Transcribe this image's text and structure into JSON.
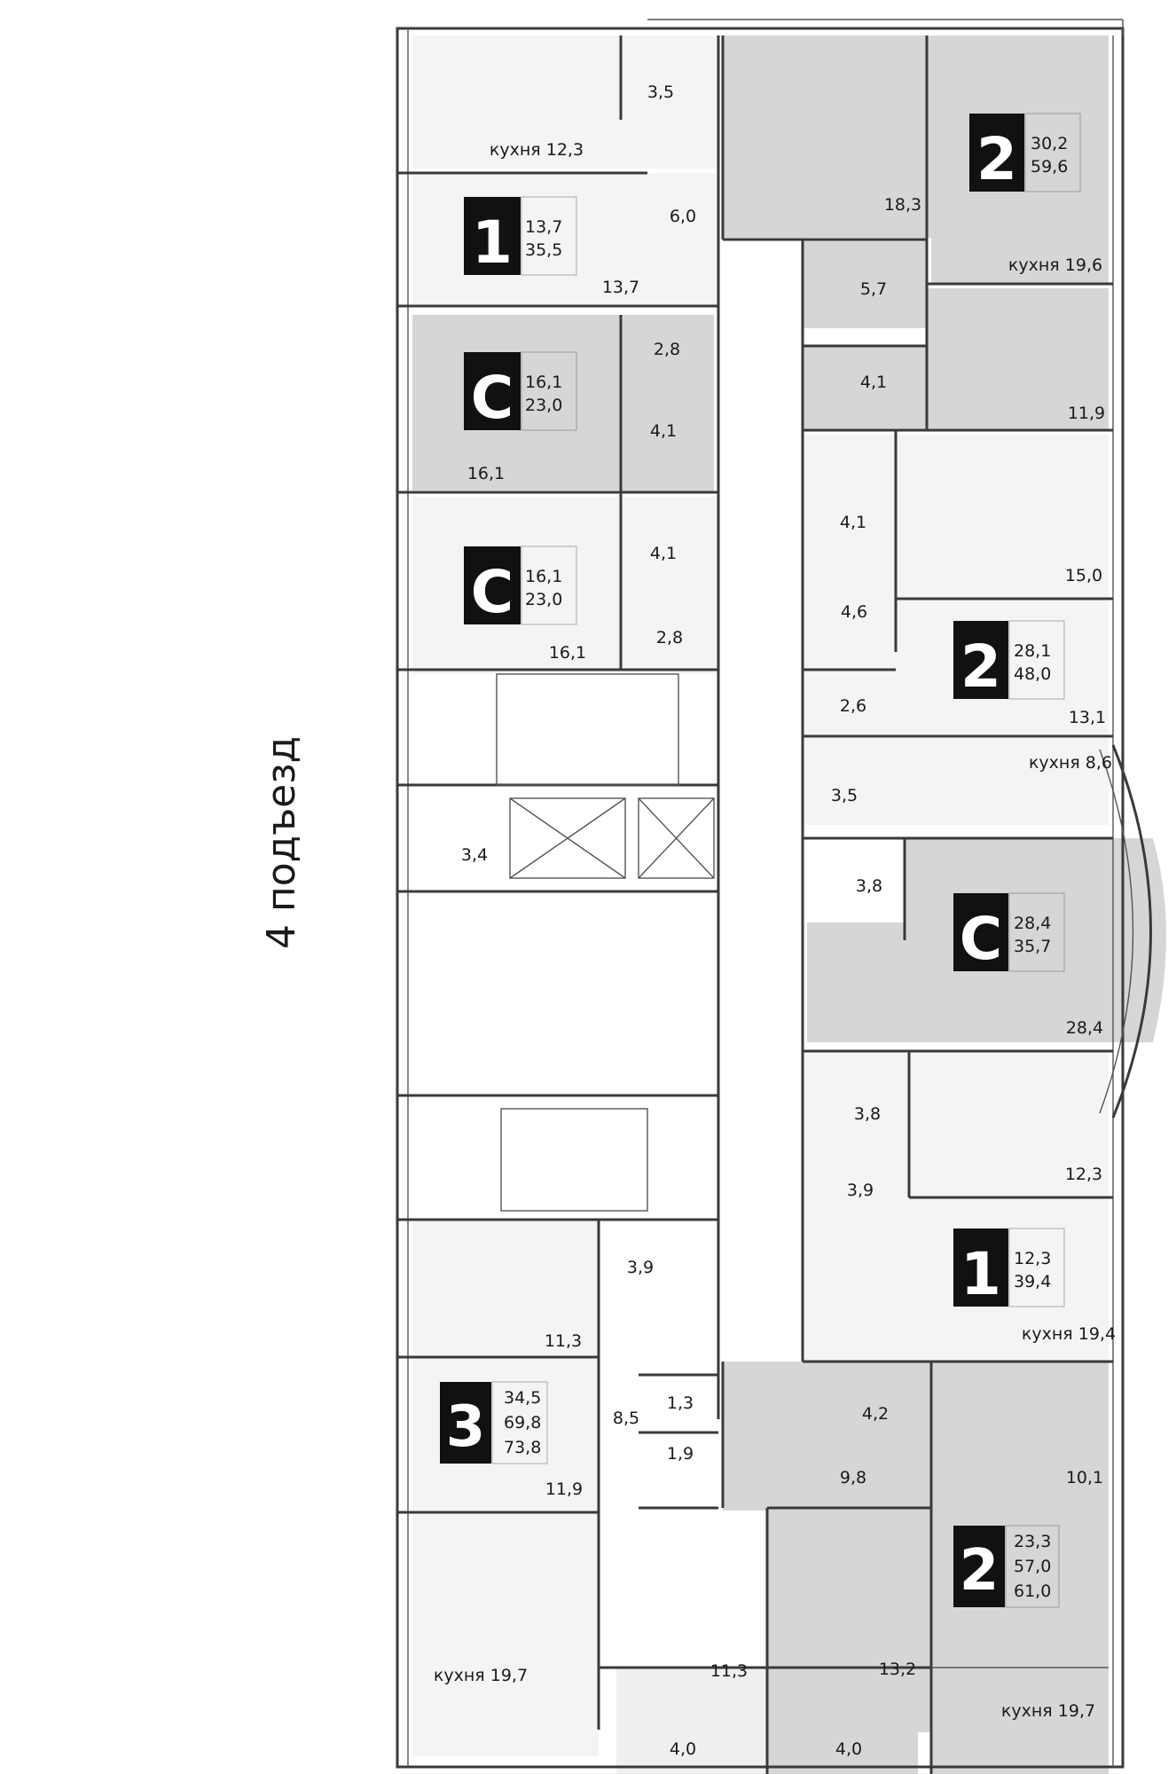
{
  "entrance_label": "4 подъезд",
  "colors": {
    "shaded": "#d6d6d6",
    "light": "#efefef",
    "wall": "#3a3a3a",
    "badge": "#111111"
  },
  "rooms": [
    {
      "label": "кухня 12,3"
    },
    {
      "label": "3,5"
    },
    {
      "label": "6,0"
    },
    {
      "label": "13,7"
    },
    {
      "label": "2,8"
    },
    {
      "label": "4,1"
    },
    {
      "label": "16,1"
    },
    {
      "label": "4,1"
    },
    {
      "label": "16,1"
    },
    {
      "label": "2,8"
    },
    {
      "label": "3,4"
    },
    {
      "label": "3,9"
    },
    {
      "label": "11,3"
    },
    {
      "label": "8,5"
    },
    {
      "label": "1,3"
    },
    {
      "label": "1,9"
    },
    {
      "label": "11,9"
    },
    {
      "label": "кухня 19,7"
    },
    {
      "label": "11,3"
    },
    {
      "label": "4,0"
    },
    {
      "label": "18,3"
    },
    {
      "label": "кухня 19,6"
    },
    {
      "label": "5,7"
    },
    {
      "label": "4,1"
    },
    {
      "label": "11,9"
    },
    {
      "label": "4,1"
    },
    {
      "label": "15,0"
    },
    {
      "label": "4,6"
    },
    {
      "label": "13,1"
    },
    {
      "label": "2,6"
    },
    {
      "label": "кухня 8,6"
    },
    {
      "label": "3,5"
    },
    {
      "label": "3,8"
    },
    {
      "label": "28,4"
    },
    {
      "label": "3,8"
    },
    {
      "label": "12,3"
    },
    {
      "label": "3,9"
    },
    {
      "label": "кухня 19,4"
    },
    {
      "label": "4,2"
    },
    {
      "label": "9,8"
    },
    {
      "label": "10,1"
    },
    {
      "label": "13,2"
    },
    {
      "label": "кухня 19,7"
    },
    {
      "label": "4,0"
    }
  ],
  "apartments": [
    {
      "type": "1",
      "areas": [
        "13,7",
        "35,5"
      ]
    },
    {
      "type": "С",
      "areas": [
        "16,1",
        "23,0"
      ]
    },
    {
      "type": "С",
      "areas": [
        "16,1",
        "23,0"
      ]
    },
    {
      "type": "3",
      "areas": [
        "34,5",
        "69,8",
        "73,8"
      ]
    },
    {
      "type": "2",
      "areas": [
        "30,2",
        "59,6"
      ]
    },
    {
      "type": "2",
      "areas": [
        "28,1",
        "48,0"
      ]
    },
    {
      "type": "С",
      "areas": [
        "28,4",
        "35,7"
      ]
    },
    {
      "type": "1",
      "areas": [
        "12,3",
        "39,4"
      ]
    },
    {
      "type": "2",
      "areas": [
        "23,3",
        "57,0",
        "61,0"
      ]
    }
  ]
}
